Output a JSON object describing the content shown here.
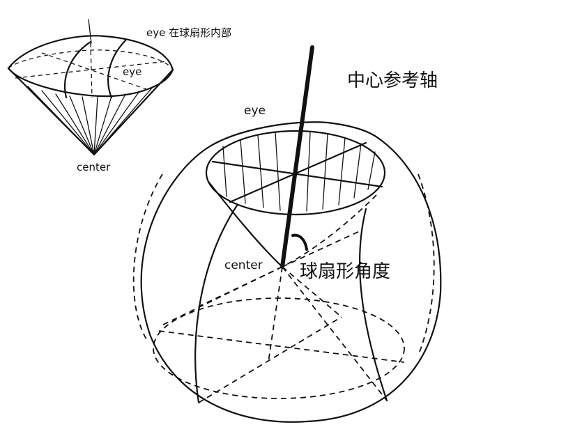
{
  "small_figure": {
    "title": "eye 在球扇形内部",
    "eye_label": "eye",
    "center_label": "center"
  },
  "large_figure": {
    "eye_label": "eye",
    "axis_label": "中心参考轴",
    "center_label": "center",
    "angle_label": "球扇形角度"
  }
}
